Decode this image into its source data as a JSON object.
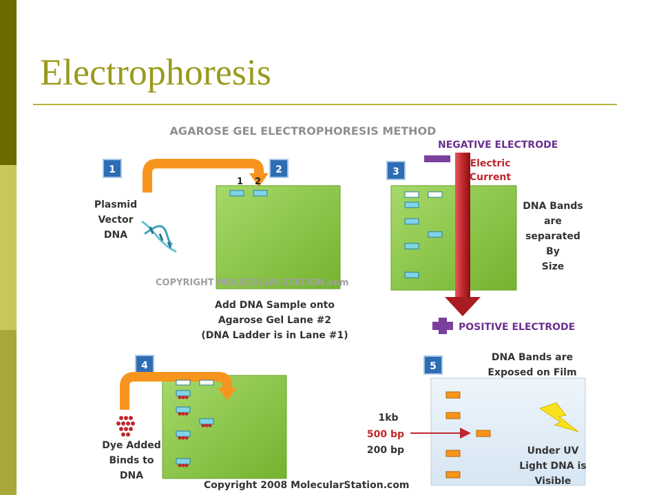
{
  "slide": {
    "title": "Electrophoresis",
    "sidebar_colors": [
      "#6b6b00",
      "#c8c85a",
      "#a8a83a"
    ],
    "accent": "#9a9a1e"
  },
  "figure": {
    "heading": "AGAROSE GEL ELECTROPHORESIS METHOD",
    "watermark": "COPYRIGHT MOLECULAR STATION.com",
    "copyright": "Copyright 2008 MolecularStation.com",
    "step_numbers": [
      "1",
      "2",
      "3",
      "4",
      "5"
    ],
    "panel1": {
      "label_lines": [
        "Plasmid",
        "Vector",
        "DNA"
      ]
    },
    "panel2": {
      "lane_labels": [
        "1",
        "2"
      ],
      "caption_lines": [
        "Add DNA Sample onto",
        "Agarose Gel Lane #2",
        "(DNA Ladder is in Lane #1)"
      ]
    },
    "panel3": {
      "negative_electrode": "NEGATIVE ELECTRODE",
      "positive_electrode": "POSITIVE ELECTRODE",
      "current_lines": [
        "Electric",
        "Current"
      ],
      "bands_lines": [
        "DNA Bands",
        "are",
        "separated",
        "By",
        "Size"
      ],
      "band_marker": "-"
    },
    "panel4": {
      "label_lines": [
        "Dye Added",
        "Binds to",
        "DNA"
      ]
    },
    "panel5": {
      "heading_lines": [
        "DNA Bands are",
        "Exposed on Film"
      ],
      "ladder_labels": [
        "1kb",
        "500 bp",
        "200 bp"
      ],
      "uv_lines": [
        "Under UV",
        "Light DNA is",
        "Visible"
      ]
    },
    "colors": {
      "gel_green": "#8cc63f",
      "arrow_orange": "#f7941d",
      "current_red": "#c1272d",
      "electrode_purple": "#7b3f9e",
      "band_cyan": "#7fd4e6",
      "film_blue": "#e6f0f8",
      "band_orange": "#f7941d",
      "highlight_red": "#c1272d",
      "step_blue": "#2e6db4",
      "lightning_yellow": "#f9e11e"
    }
  }
}
